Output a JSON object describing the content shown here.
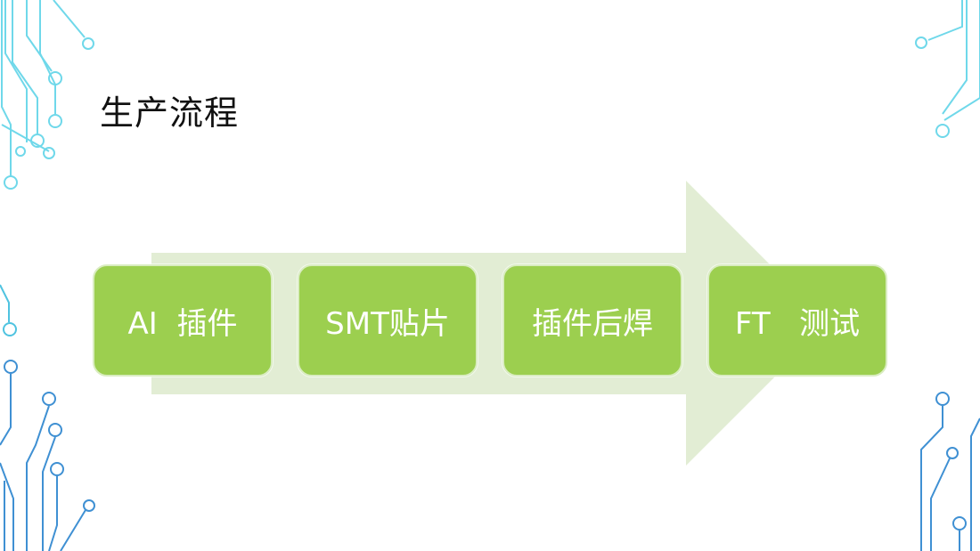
{
  "slide": {
    "title": "生产流程"
  },
  "flow": {
    "steps": [
      {
        "label": "AI  插件"
      },
      {
        "label": "SMT贴片"
      },
      {
        "label": "插件后焊"
      },
      {
        "label": "FT   测试"
      }
    ]
  },
  "colors": {
    "step_fill": "#9ccf4f",
    "arrow_fill": "#e2edd4",
    "circuit_cyan": "#5fd3e8",
    "circuit_blue": "#3f8fd2"
  }
}
